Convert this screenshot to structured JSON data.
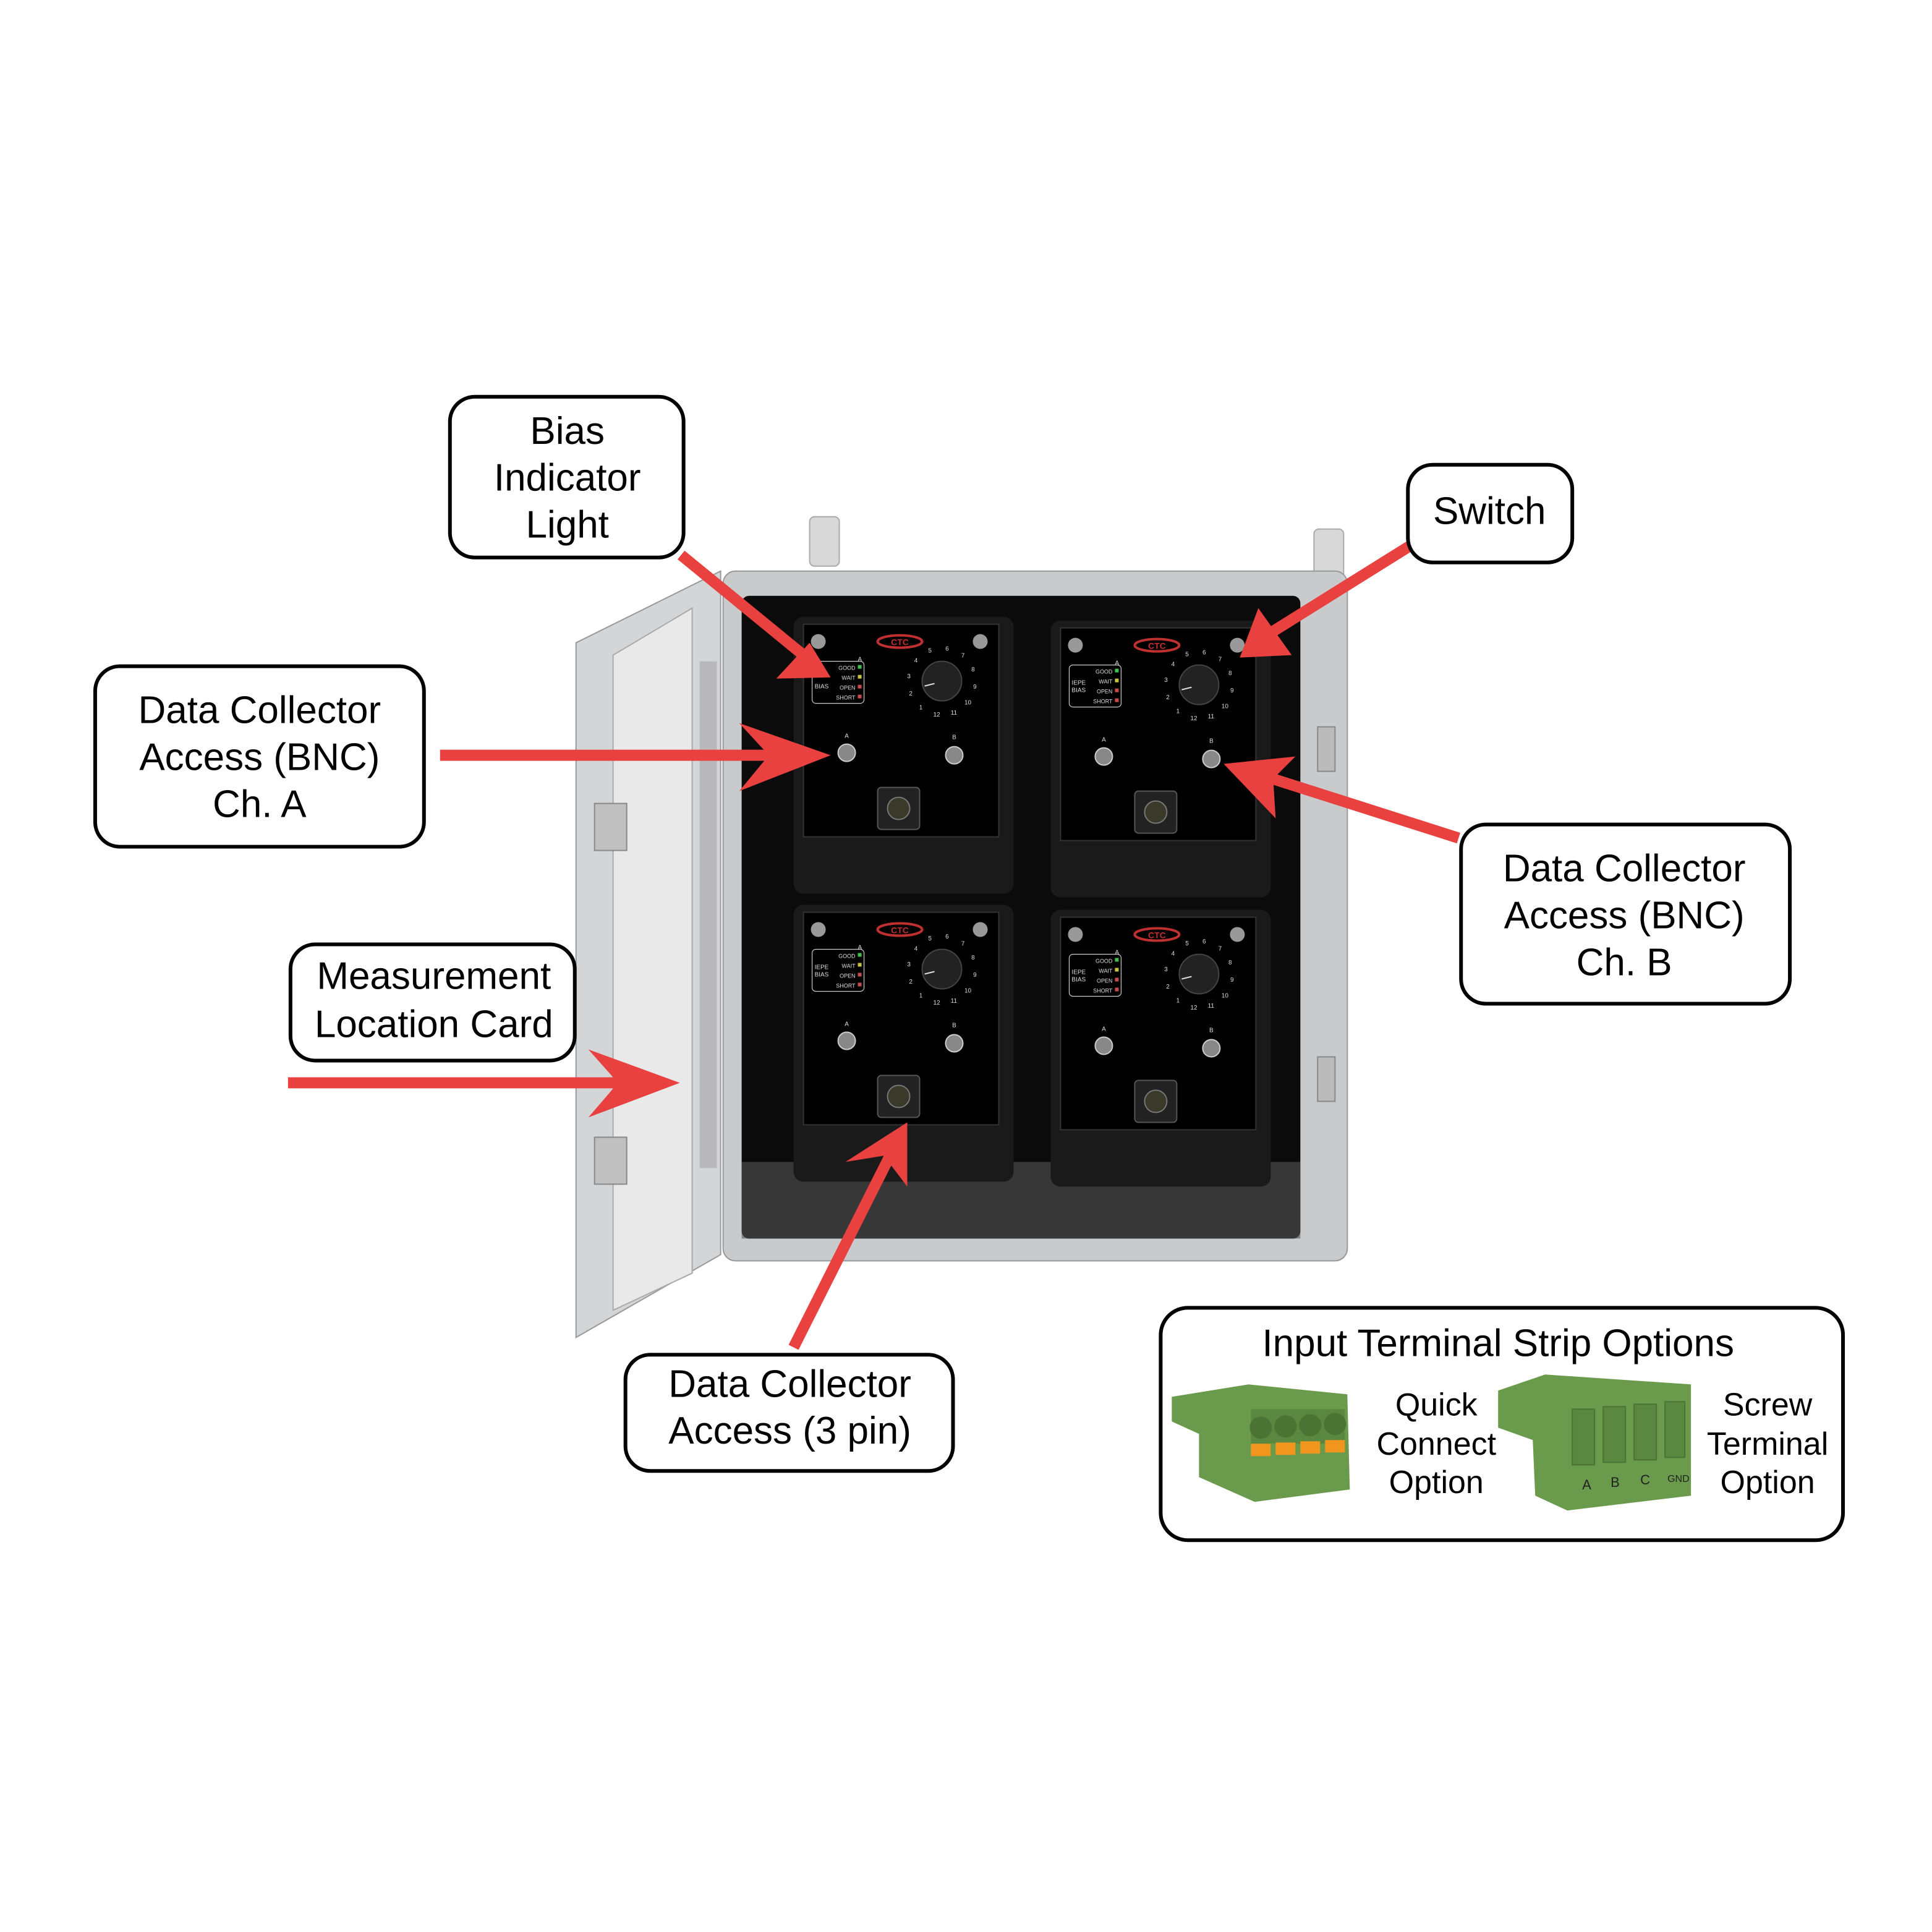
{
  "callouts": {
    "bias_indicator": [
      "Bias",
      "Indicator",
      "Light"
    ],
    "switch": [
      "Switch"
    ],
    "bnc_ch_a": [
      "Data Collector",
      "Access (BNC)",
      "Ch. A"
    ],
    "measurement_card": [
      "Measurement",
      "Location Card"
    ],
    "bnc_ch_b": [
      "Data Collector",
      "Access (BNC)",
      "Ch. B"
    ],
    "three_pin": [
      "Data Collector",
      "Access (3 pin)"
    ]
  },
  "terminal_options": {
    "title": "Input Terminal Strip Options",
    "quick_connect": [
      "Quick",
      "Connect",
      "Option"
    ],
    "screw_terminal": [
      "Screw",
      "Terminal",
      "Option"
    ],
    "pin_labels": [
      "A",
      "B",
      "C",
      "GND"
    ]
  },
  "panel": {
    "logo": "CTC",
    "bias_label": [
      "IEPE",
      "BIAS"
    ],
    "channel_header": "A",
    "indicators": [
      {
        "label": "GOOD",
        "color": "#3fbf4f"
      },
      {
        "label": "WAIT",
        "color": "#c9c23a"
      },
      {
        "label": "OPEN",
        "color": "#c84a4a"
      },
      {
        "label": "SHORT",
        "color": "#c84a4a"
      }
    ],
    "dial_numbers": [
      "1",
      "2",
      "3",
      "4",
      "5",
      "6",
      "7",
      "8",
      "9",
      "10",
      "11",
      "12"
    ],
    "bnc_a": "A",
    "bnc_b": "B"
  },
  "colors": {
    "arrow": "#e8413f",
    "connector_green": "#6a9a4c",
    "release_orange": "#f0961e"
  }
}
